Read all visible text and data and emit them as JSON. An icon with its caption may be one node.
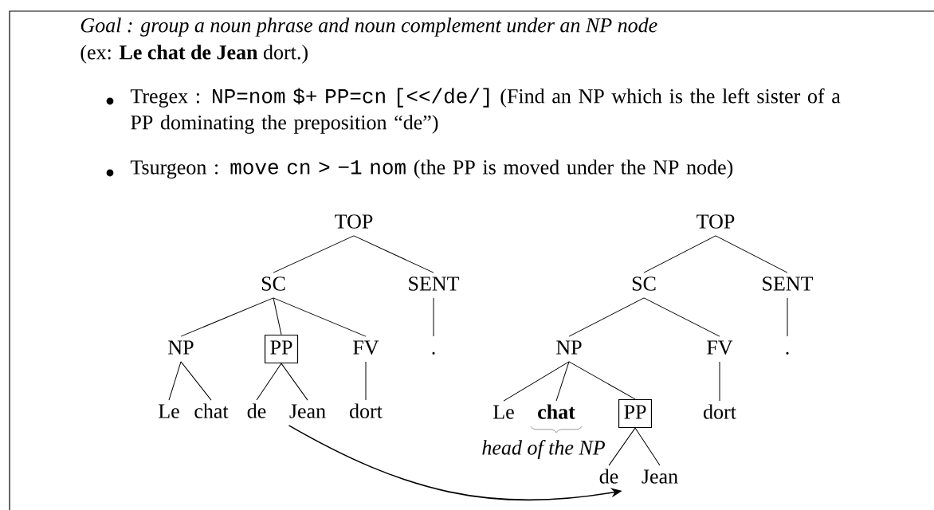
{
  "diagram": {
    "title": "Goal : group a noun phrase and noun complement under an NP node",
    "nodes": [
      {
        "text": [
          "TOP"
        ]
      },
      {
        "text": [
          "SC"
        ]
      },
      {
        "text": [
          "SENT"
        ]
      },
      {
        "text": [
          "NP"
        ]
      },
      {
        "text": [
          "PP"
        ]
      },
      {
        "text": [
          "FV"
        ]
      },
      {
        "text": [
          "."
        ]
      },
      {
        "text": [
          "Le"
        ]
      },
      {
        "text": [
          "chat"
        ]
      },
      {
        "text": [
          "de"
        ]
      },
      {
        "text": [
          "Jean"
        ]
      },
      {
        "text": [
          "dort"
        ]
      },
      {
        "text": [
          "TOP"
        ]
      },
      {
        "text": [
          "SC"
        ]
      },
      {
        "text": [
          "SENT"
        ]
      },
      {
        "text": [
          "NP"
        ]
      },
      {
        "text": [
          "FV"
        ]
      },
      {
        "text": [
          "."
        ]
      },
      {
        "text": [
          "Le"
        ]
      },
      {
        "text": [
          "chat"
        ],
        "beside": [
          "head of the NP"
        ]
      },
      {
        "text": [
          "PP"
        ]
      },
      {
        "text": [
          "dort"
        ]
      },
      {
        "text": [
          "de"
        ]
      },
      {
        "text": [
          "Jean"
        ]
      }
    ],
    "edges": [
      {
        "from": 0,
        "to": 1,
        "arrow": "none"
      },
      {
        "from": 0,
        "to": 2,
        "arrow": "none"
      },
      {
        "from": 1,
        "to": 3,
        "arrow": "none"
      },
      {
        "from": 1,
        "to": 4,
        "arrow": "none"
      },
      {
        "from": 1,
        "to": 5,
        "arrow": "none"
      },
      {
        "from": 2,
        "to": 6,
        "arrow": "none"
      },
      {
        "from": 3,
        "to": 7,
        "arrow": "none"
      },
      {
        "from": 3,
        "to": 8,
        "arrow": "none"
      },
      {
        "from": 4,
        "to": 9,
        "arrow": "none"
      },
      {
        "from": 4,
        "to": 10,
        "arrow": "none"
      },
      {
        "from": 5,
        "to": 11,
        "arrow": "none"
      },
      {
        "from": 12,
        "to": 13,
        "arrow": "none"
      },
      {
        "from": 12,
        "to": 14,
        "arrow": "none"
      },
      {
        "from": 13,
        "to": 15,
        "arrow": "none"
      },
      {
        "from": 13,
        "to": 16,
        "arrow": "none"
      },
      {
        "from": 14,
        "to": 17,
        "arrow": "none"
      },
      {
        "from": 15,
        "to": 18,
        "arrow": "none"
      },
      {
        "from": 15,
        "to": 19,
        "arrow": "none"
      },
      {
        "from": 15,
        "to": 20,
        "arrow": "none"
      },
      {
        "from": 16,
        "to": 21,
        "arrow": "none"
      },
      {
        "from": 20,
        "to": 22,
        "arrow": "none"
      },
      {
        "from": 20,
        "to": 23,
        "arrow": "none"
      },
      {
        "from": 10,
        "to": 22,
        "arrow": "to"
      }
    ],
    "labels": [
      "(ex: **Le chat de Jean** dort.)",
      "Tregex :",
      "NP=nom $+ PP=cn [<</de/]",
      "(Find an NP which is the left sister of a PP dominating the preposition “de”)",
      "Tsurgeon :",
      "move cn > −1 nom",
      "(the PP is moved under the NP node)"
    ]
  }
}
